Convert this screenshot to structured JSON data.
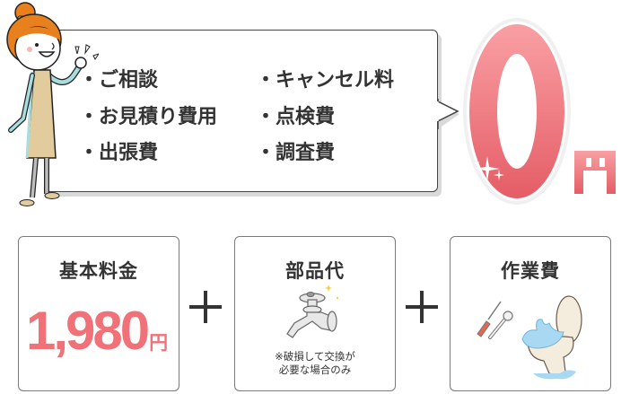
{
  "bubble": {
    "left_items": [
      "ご相談",
      "お見積り費用",
      "出張費"
    ],
    "right_items": [
      "キャンセル料",
      "点検費",
      "調査費"
    ],
    "bullet": "・"
  },
  "headline": {
    "value": "0",
    "unit": "円",
    "gradient_top": "#f9a0a4",
    "gradient_bottom": "#e55d66"
  },
  "boxes": [
    {
      "title": "基本料金",
      "price": "1,980",
      "unit": "円",
      "price_color": "#f07278"
    },
    {
      "title": "部品代",
      "icon": "faucet-icon",
      "note_line1": "※破損して交換が",
      "note_line2": "必要な場合のみ"
    },
    {
      "title": "作業費",
      "icon": "tools-toilet-icon"
    }
  ],
  "operators": [
    "+",
    "+"
  ],
  "character": {
    "icon": "woman-apron-illustration"
  }
}
